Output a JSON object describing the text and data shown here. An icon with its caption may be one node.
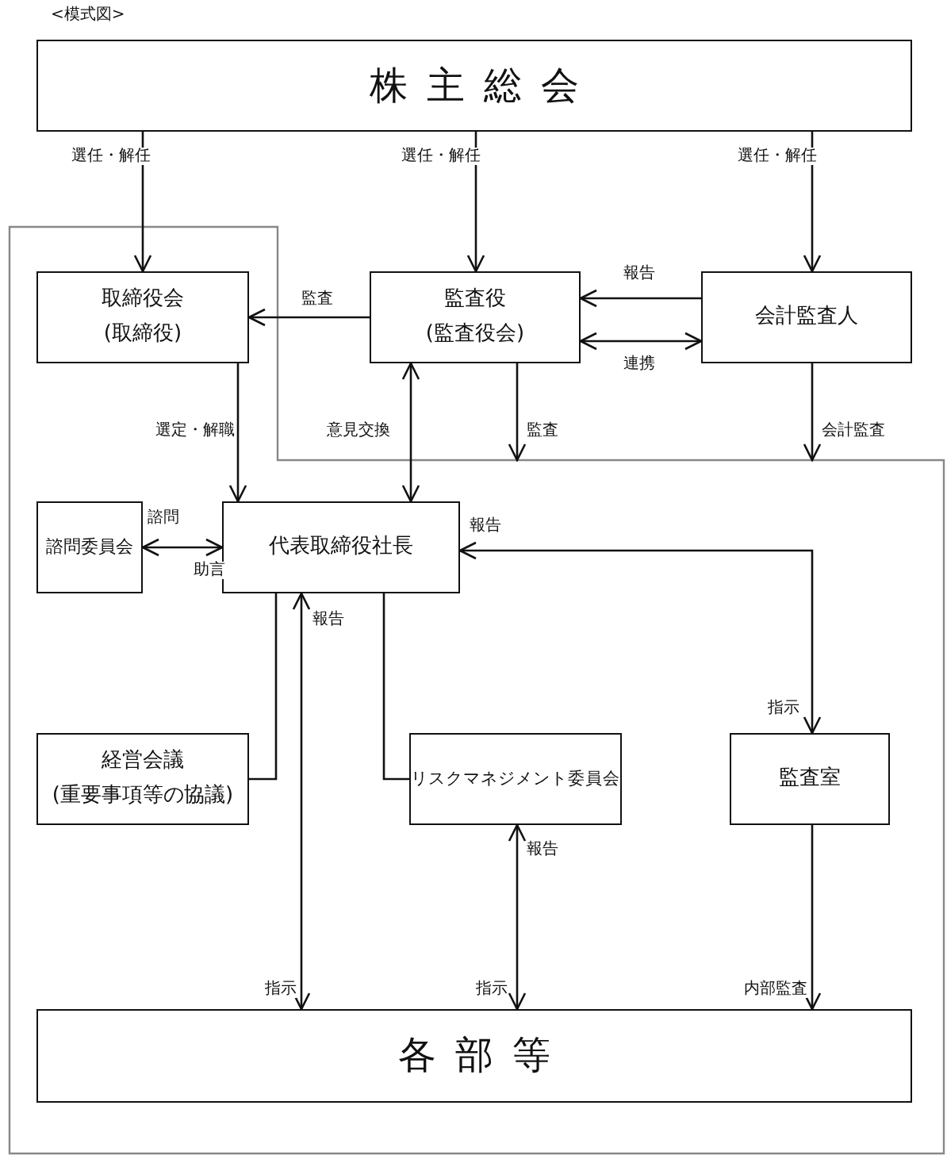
{
  "diagram": {
    "nodes": [
      {
        "text": [
          "株主総会"
        ]
      },
      {
        "text": [
          "取締役会",
          "(取締役)"
        ]
      },
      {
        "text": [
          "監査役",
          "(監査役会)"
        ]
      },
      {
        "text": [
          "会計監査人"
        ]
      },
      {
        "text": [
          "諮問委員会"
        ]
      },
      {
        "text": [
          "代表取締役社長"
        ]
      },
      {
        "text": [
          "経営会議",
          "(重要事項等の協議)"
        ]
      },
      {
        "text": [
          "リスクマネジメント委員会"
        ]
      },
      {
        "text": [
          "監査室"
        ]
      },
      {
        "text": [
          "各部等"
        ]
      }
    ],
    "edges": [
      {
        "from": 0,
        "to": 1,
        "arrow": "to",
        "label": "選任・解任"
      },
      {
        "from": 0,
        "to": 2,
        "arrow": "to",
        "label": "選任・解任"
      },
      {
        "from": 0,
        "to": 3,
        "arrow": "to",
        "label": "選任・解任"
      },
      {
        "from": 2,
        "to": 1,
        "arrow": "to",
        "label": "監査"
      },
      {
        "from": 3,
        "to": 2,
        "arrow": "to",
        "label": "報告"
      },
      {
        "from": 2,
        "to": 3,
        "arrow": "both",
        "label": "連携"
      },
      {
        "from": 1,
        "to": 5,
        "arrow": "to",
        "label": "選定・解職"
      },
      {
        "from": 5,
        "to": 2,
        "arrow": "both",
        "label": "意見交換"
      },
      {
        "from": 2,
        "to": null,
        "arrow": "to",
        "label": "監査"
      },
      {
        "from": 3,
        "to": null,
        "arrow": "to",
        "label": "会計監査"
      },
      {
        "from": 4,
        "to": 5,
        "arrow": "both",
        "label": "諮問"
      },
      {
        "from": 5,
        "to": 8,
        "arrow": "both",
        "label": "報告"
      },
      {
        "from": 5,
        "to": 6,
        "arrow": "none"
      },
      {
        "from": 5,
        "to": 7,
        "arrow": "none"
      },
      {
        "from": 5,
        "to": 9,
        "arrow": "both",
        "label": "報告"
      },
      {
        "from": 7,
        "to": 9,
        "arrow": "both",
        "label": "報告"
      },
      {
        "from": 8,
        "to": 9,
        "arrow": "to",
        "label": "内部監査"
      }
    ],
    "labels": [
      "<模式図>",
      "助言",
      "指示",
      "指示",
      "指示"
    ]
  }
}
